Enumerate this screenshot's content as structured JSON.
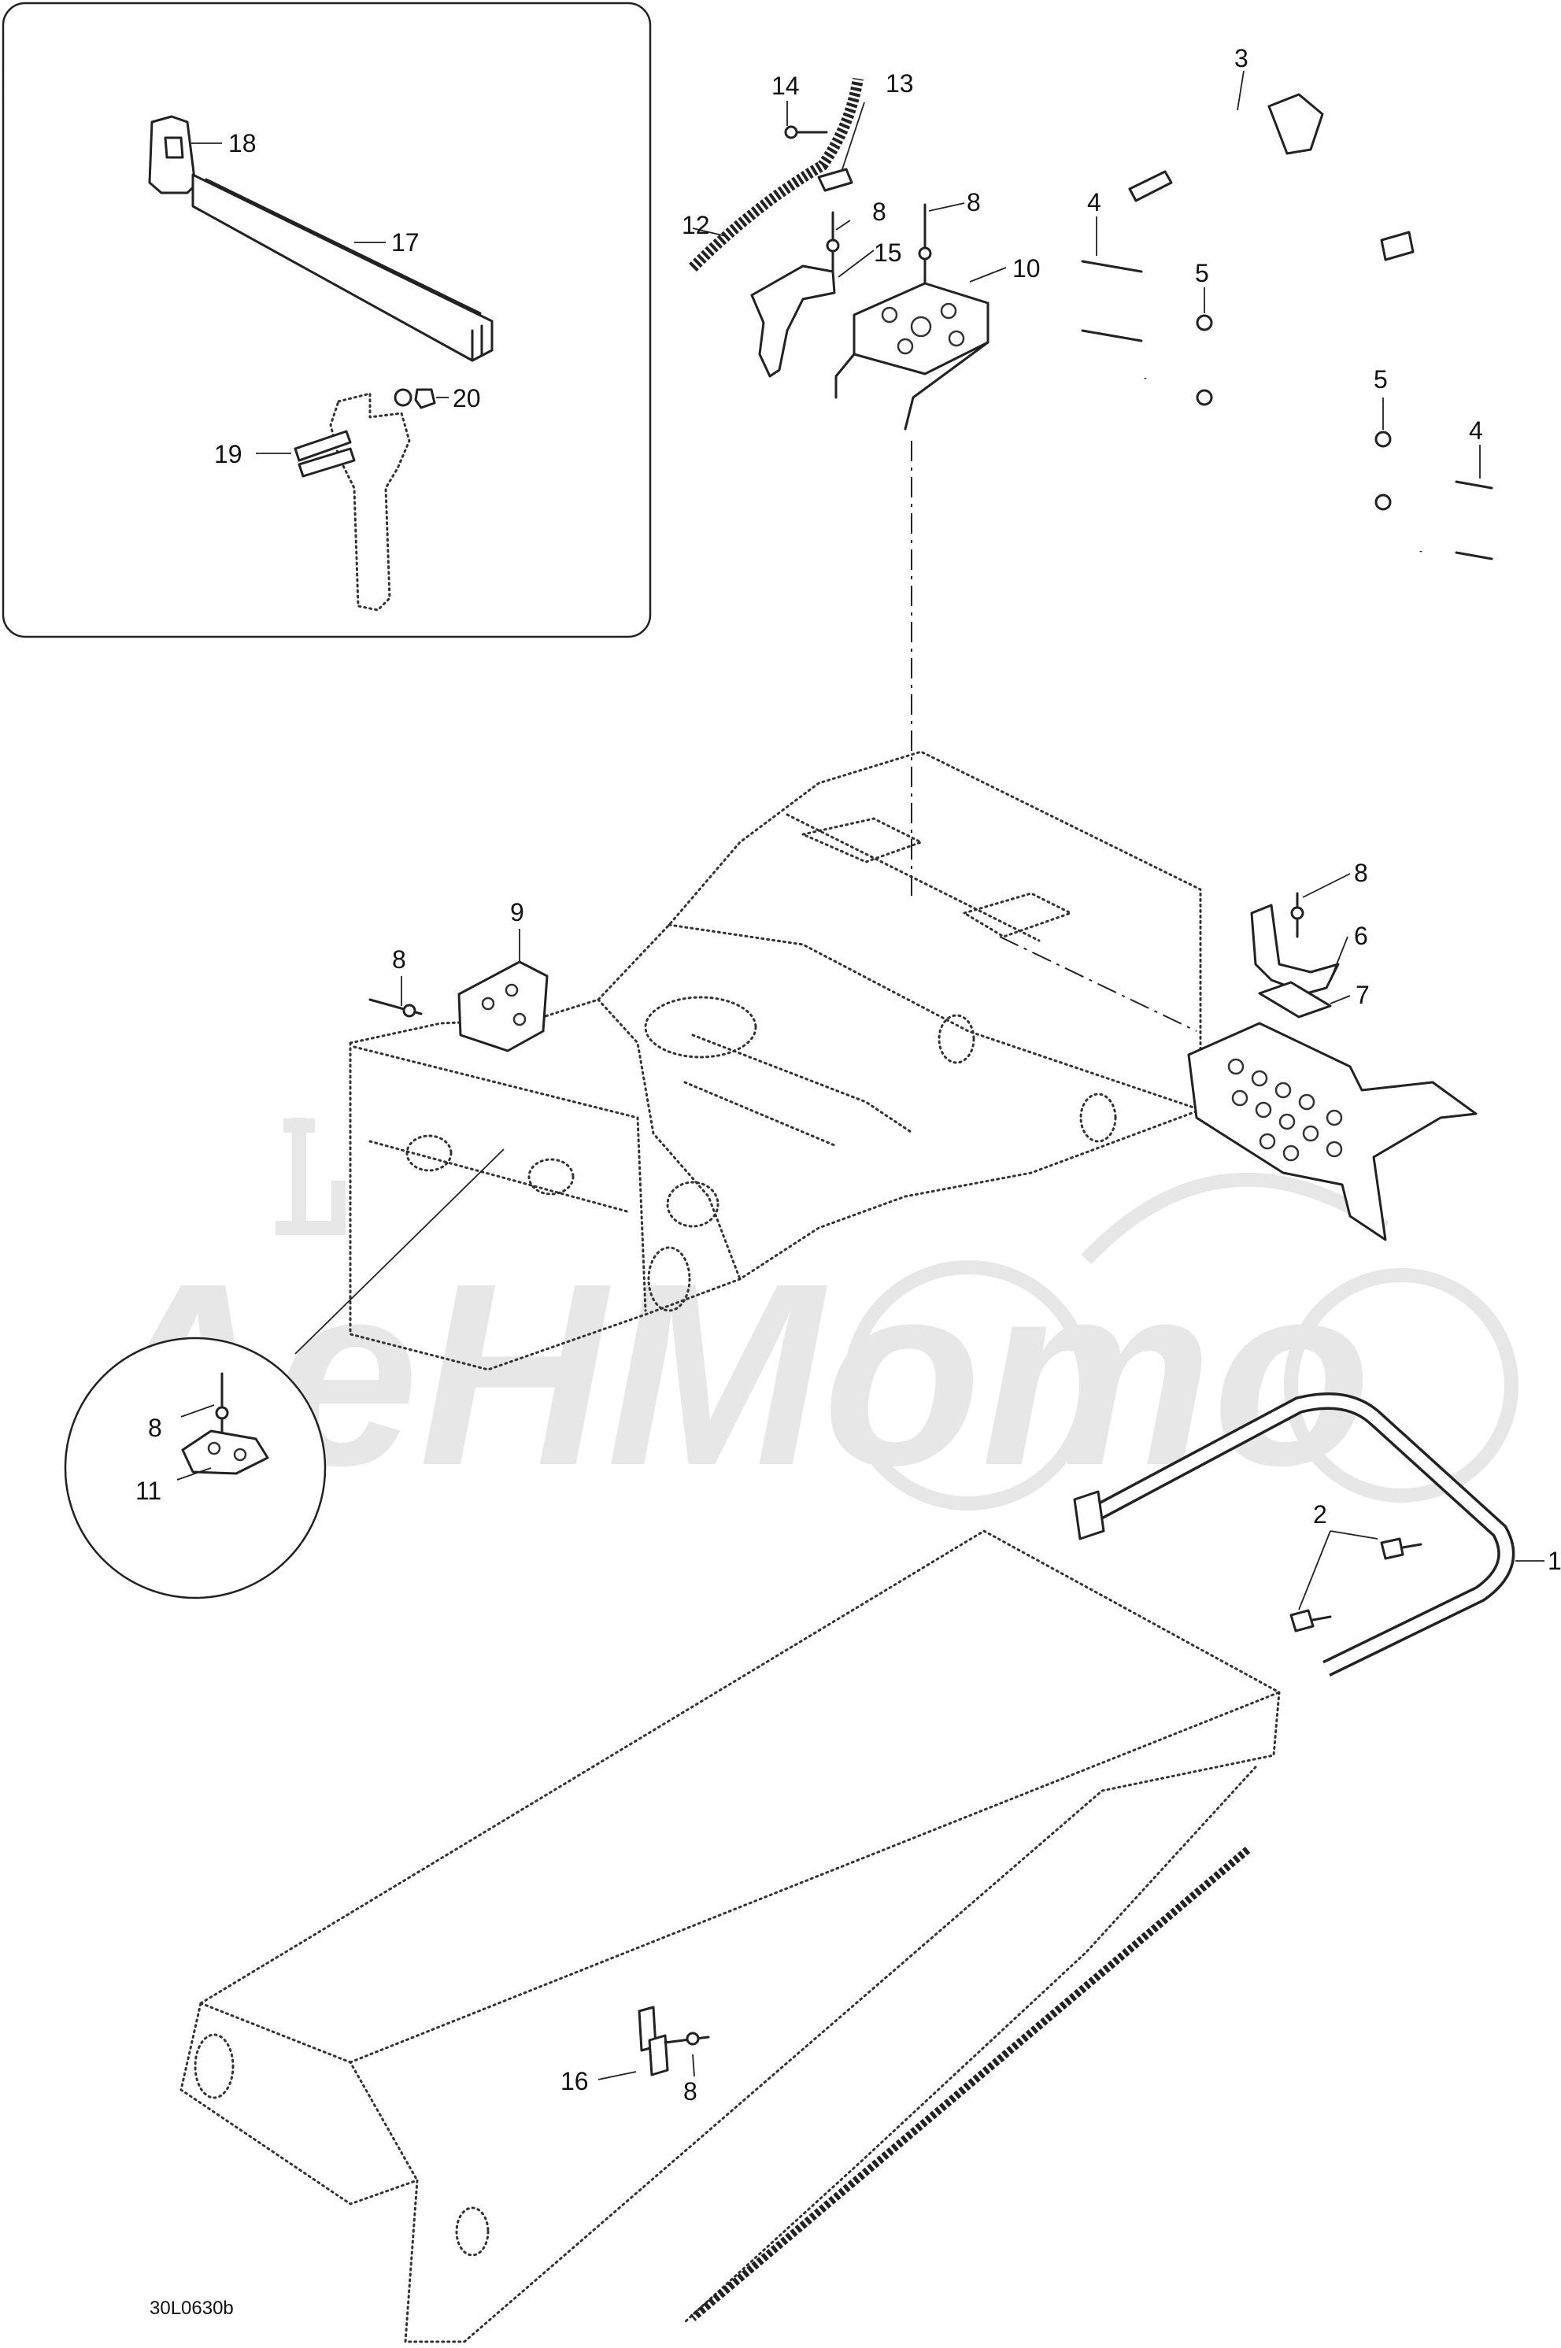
{
  "labels": {
    "l1": "1",
    "l2": "2",
    "l3": "3",
    "l4a": "4",
    "l4b": "4",
    "l5a": "5",
    "l5b": "5",
    "l6": "6",
    "l7": "7",
    "l8a": "8",
    "l8b": "8",
    "l8c": "8",
    "l8d": "8",
    "l8e": "8",
    "l8f": "8",
    "l9": "9",
    "l10": "10",
    "l11": "11",
    "l12": "12",
    "l13": "13",
    "l14": "14",
    "l15": "15",
    "l16": "16",
    "l17": "17",
    "l18": "18",
    "l19": "19",
    "l20": "20"
  },
  "diagram_code": "30L0630b",
  "watermark": "AeHMomo"
}
